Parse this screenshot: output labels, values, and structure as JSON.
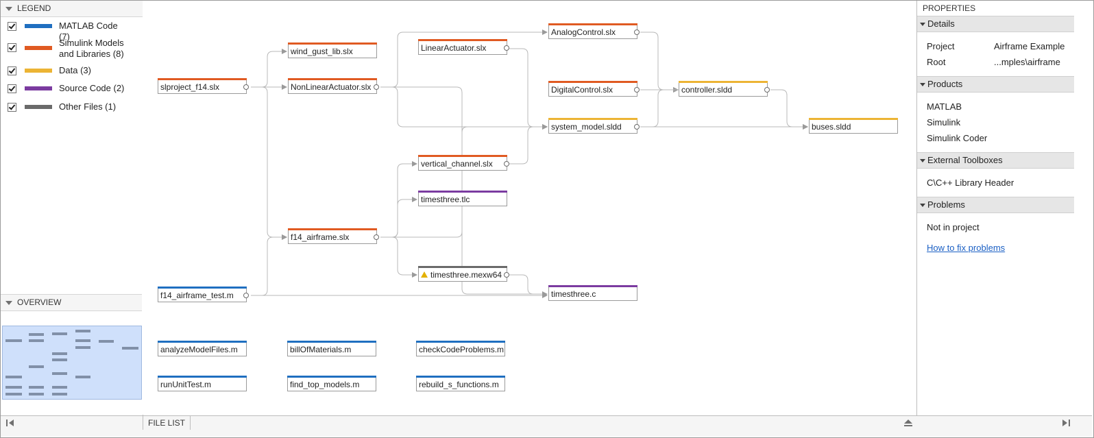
{
  "legend": {
    "title": "LEGEND",
    "items": [
      {
        "label": "MATLAB Code (7)",
        "color": "#1f6fc0"
      },
      {
        "label": "Simulink Models and Libraries (8)",
        "color": "#e05a22"
      },
      {
        "label": "Data (3)",
        "color": "#ecb434"
      },
      {
        "label": "Source Code (2)",
        "color": "#7b3ba0"
      },
      {
        "label": "Other Files (1)",
        "color": "#6a6a6a"
      }
    ]
  },
  "overview": {
    "title": "OVERVIEW"
  },
  "graph": {
    "nodes": {
      "slproject_f14": {
        "label": "slproject_f14.slx",
        "type": "simulink"
      },
      "wind_gust_lib": {
        "label": "wind_gust_lib.slx",
        "type": "simulink"
      },
      "nonlinear_actuator": {
        "label": "NonLinearActuator.slx",
        "type": "simulink"
      },
      "linear_actuator": {
        "label": "LinearActuator.slx",
        "type": "simulink"
      },
      "analog_control": {
        "label": "AnalogControl.slx",
        "type": "simulink"
      },
      "digital_control": {
        "label": "DigitalControl.slx",
        "type": "simulink"
      },
      "controller_sldd": {
        "label": "controller.sldd",
        "type": "data"
      },
      "system_model_sldd": {
        "label": "system_model.sldd",
        "type": "data"
      },
      "buses_sldd": {
        "label": "buses.sldd",
        "type": "data"
      },
      "vertical_channel": {
        "label": "vertical_channel.slx",
        "type": "simulink"
      },
      "timesthree_tlc": {
        "label": "timesthree.tlc",
        "type": "source"
      },
      "f14_airframe": {
        "label": "f14_airframe.slx",
        "type": "simulink"
      },
      "timesthree_mexw64": {
        "label": "timesthree.mexw64",
        "type": "other"
      },
      "f14_airframe_test": {
        "label": "f14_airframe_test.m",
        "type": "matlab"
      },
      "timesthree_c": {
        "label": "timesthree.c",
        "type": "source"
      },
      "analyze_model_files": {
        "label": "analyzeModelFiles.m",
        "type": "matlab"
      },
      "bill_of_materials": {
        "label": "billOfMaterials.m",
        "type": "matlab"
      },
      "check_code_problems": {
        "label": "checkCodeProblems.m",
        "type": "matlab"
      },
      "run_unit_test": {
        "label": "runUnitTest.m",
        "type": "matlab"
      },
      "find_top_models": {
        "label": "find_top_models.m",
        "type": "matlab"
      },
      "rebuild_s_functions": {
        "label": "rebuild_s_functions.m",
        "type": "matlab"
      }
    }
  },
  "properties": {
    "title": "PROPERTIES",
    "details": {
      "header": "Details",
      "project_label": "Project",
      "project_value": "Airframe Example",
      "root_label": "Root",
      "root_value": "...mples\\airframe"
    },
    "products": {
      "header": "Products",
      "items": [
        "MATLAB",
        "Simulink",
        "Simulink Coder"
      ]
    },
    "external_toolboxes": {
      "header": "External Toolboxes",
      "items": [
        "C\\C++ Library Header"
      ]
    },
    "problems": {
      "header": "Problems",
      "status": "Not in project",
      "link": "How to fix problems"
    }
  },
  "bottom": {
    "file_list_tab": "FILE LIST"
  }
}
